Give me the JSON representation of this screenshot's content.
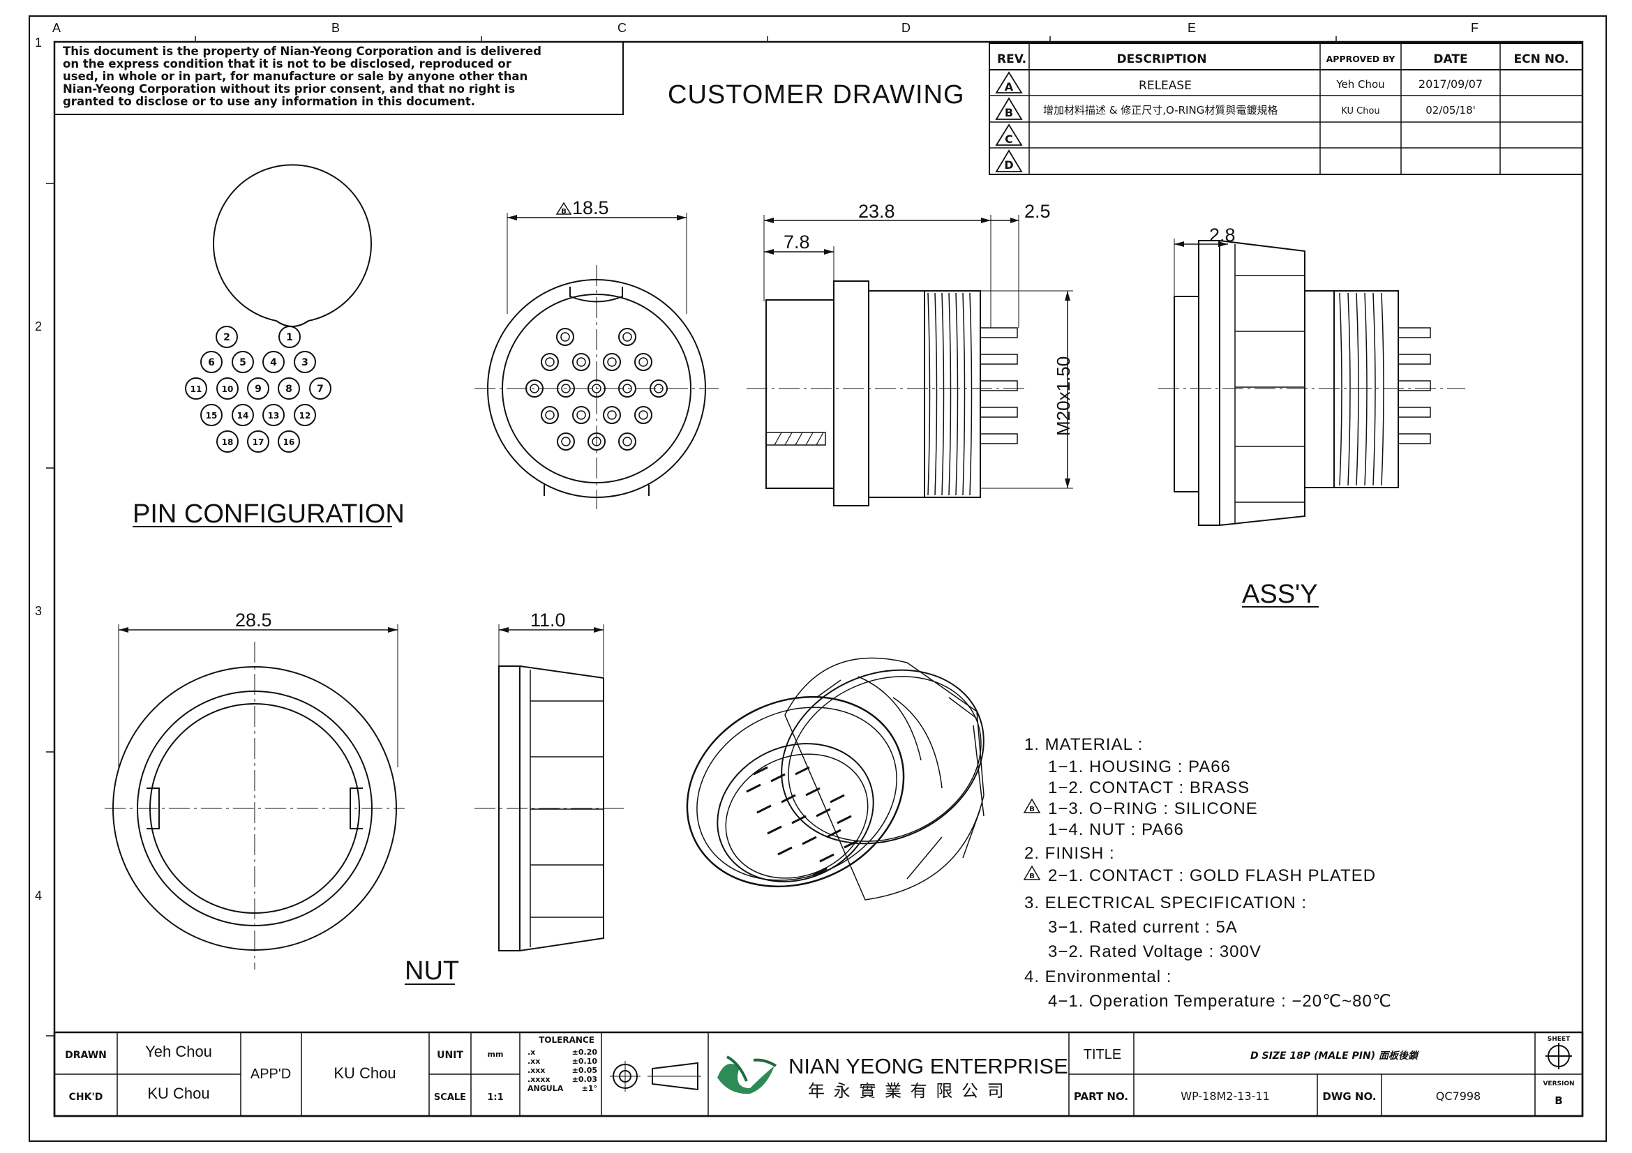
{
  "border": {
    "col_letters": [
      "A",
      "B",
      "C",
      "D",
      "E",
      "F"
    ],
    "row_numbers": [
      "1",
      "2",
      "3",
      "4"
    ]
  },
  "notice": {
    "lines": [
      "This document is the property of Nian-Yeong Corporation and is delivered",
      "on  the  express condition that it is not to be disclosed, reproduced or",
      "used, in whole or in part, for manufacture or sale by anyone other than",
      "Nian-Yeong Corporation without  its prior consent, and that  no right  is",
      "granted to disclose or to use any information in this  document."
    ]
  },
  "header_title": "CUSTOMER  DRAWING",
  "revision_table": {
    "headers": [
      "REV.",
      "DESCRIPTION",
      "APPROVED BY",
      "DATE",
      "ECN NO."
    ],
    "rows": [
      {
        "rev": "A",
        "description": "RELEASE",
        "approved": "Yeh Chou",
        "date": "2017/09/07",
        "ecn": ""
      },
      {
        "rev": "B",
        "description": "增加材料描述  &  修正尺寸,O-RING材質與電鍍規格",
        "approved": "KU Chou",
        "date": "02/05/18'",
        "ecn": ""
      },
      {
        "rev": "C",
        "description": "",
        "approved": "",
        "date": "",
        "ecn": ""
      },
      {
        "rev": "D",
        "description": "",
        "approved": "",
        "date": "",
        "ecn": ""
      }
    ]
  },
  "views": {
    "pin_config": {
      "label": "PIN  CONFIGURATION",
      "pins": [
        "1",
        "2",
        "3",
        "4",
        "5",
        "6",
        "7",
        "8",
        "9",
        "10",
        "11",
        "12",
        "13",
        "14",
        "15",
        "16",
        "17",
        "18"
      ]
    },
    "front": {
      "dim_diameter": "18.5",
      "dim_rev": "B"
    },
    "side": {
      "dim_length": "23.8",
      "dim_flange": "7.8",
      "dim_pins": "2.5",
      "thread": "M20x1.50"
    },
    "assy": {
      "dim_flange": "2.8",
      "label": "ASS'Y"
    },
    "nut_front": {
      "dim_diameter": "28.5"
    },
    "nut_side": {
      "dim_length": "11.0"
    },
    "nut_label": "NUT"
  },
  "notes": [
    {
      "text": "1.  MATERIAL  :",
      "indent": 0,
      "rev": ""
    },
    {
      "text": "1−1.  HOUSING  :  PA66",
      "indent": 1,
      "rev": ""
    },
    {
      "text": "1−2.  CONTACT  :  BRASS",
      "indent": 1,
      "rev": ""
    },
    {
      "text": "1−3.  O−RING  :  SILICONE",
      "indent": 1,
      "rev": "B"
    },
    {
      "text": "1−4.  NUT  :  PA66",
      "indent": 1,
      "rev": ""
    },
    {
      "text": "2.  FINISH  :",
      "indent": 0,
      "rev": ""
    },
    {
      "text": "2−1.  CONTACT  :  GOLD  FLASH  PLATED",
      "indent": 1,
      "rev": "B"
    },
    {
      "text": "3.  ELECTRICAL  SPECIFICATION  :",
      "indent": 0,
      "rev": ""
    },
    {
      "text": "3−1.  Rated  current  :  5A",
      "indent": 1,
      "rev": ""
    },
    {
      "text": "3−2.  Rated  Voltage  :  300V",
      "indent": 1,
      "rev": ""
    },
    {
      "text": "4.  Environmental  :",
      "indent": 0,
      "rev": ""
    },
    {
      "text": "4−1.  Operation  Temperature  :  −20℃~80℃",
      "indent": 1,
      "rev": ""
    }
  ],
  "title_block": {
    "drawn_label": "DRAWN",
    "drawn_by": "Yeh Chou",
    "chkd_label": "CHK'D",
    "chkd_by": "KU Chou",
    "appd_label": "APP'D",
    "appd_by": "KU Chou",
    "unit_label": "UNIT",
    "unit_value": "mm",
    "scale_label": "SCALE",
    "scale_value": "1:1",
    "tolerance_label": "TOLERANCE",
    "tolerances": [
      {
        "k": ".x",
        "v": "±0.20"
      },
      {
        "k": ".xx",
        "v": "±0.10"
      },
      {
        "k": ".xxx",
        "v": "±0.05"
      },
      {
        "k": ".xxxx",
        "v": "±0.03"
      },
      {
        "k": "ANGULA",
        "v": "±1°"
      }
    ],
    "company_en": "NIAN YEONG ENTERPRISE",
    "company_cn": "年 永 實 業 有 限 公 司",
    "title_label": "TITLE",
    "title_value": "D SIZE 18P (MALE PIN) 面板後鎖",
    "part_label": "PART NO.",
    "part_value": "WP-18M2-13-11",
    "dwg_label": "DWG NO.",
    "dwg_value": "QC7998",
    "sheet_label": "SHEET",
    "version_label": "VERSION",
    "version_value": "B"
  }
}
